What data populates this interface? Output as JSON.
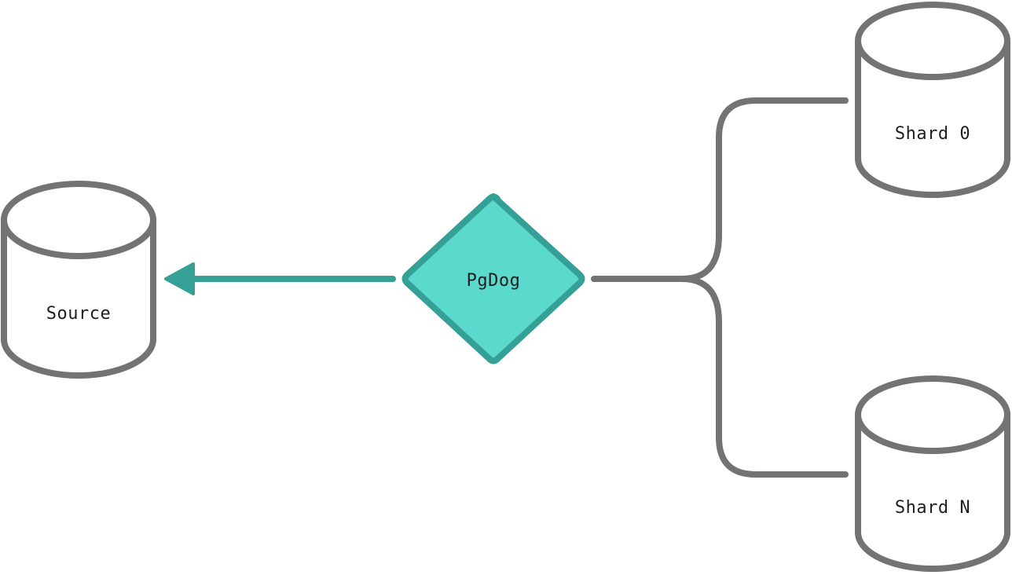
{
  "diagram": {
    "colors": {
      "stroke": "#737373",
      "accent": "#35a196",
      "pgdog_fill": "#5ad9cc",
      "text": "#1e1e1e"
    },
    "nodes": {
      "source": {
        "label": "Source",
        "icon": "database-cylinder-icon"
      },
      "pgdog": {
        "label": "PgDog",
        "shape": "diamond"
      },
      "shard_0": {
        "label": "Shard 0",
        "icon": "database-cylinder-icon"
      },
      "shard_n": {
        "label": "Shard N",
        "icon": "database-cylinder-icon"
      }
    },
    "edges": [
      {
        "from": "pgdog",
        "to": "source",
        "style": "arrow"
      },
      {
        "from": "pgdog",
        "to": "shard_0",
        "style": "branch"
      },
      {
        "from": "pgdog",
        "to": "shard_n",
        "style": "branch"
      }
    ]
  }
}
